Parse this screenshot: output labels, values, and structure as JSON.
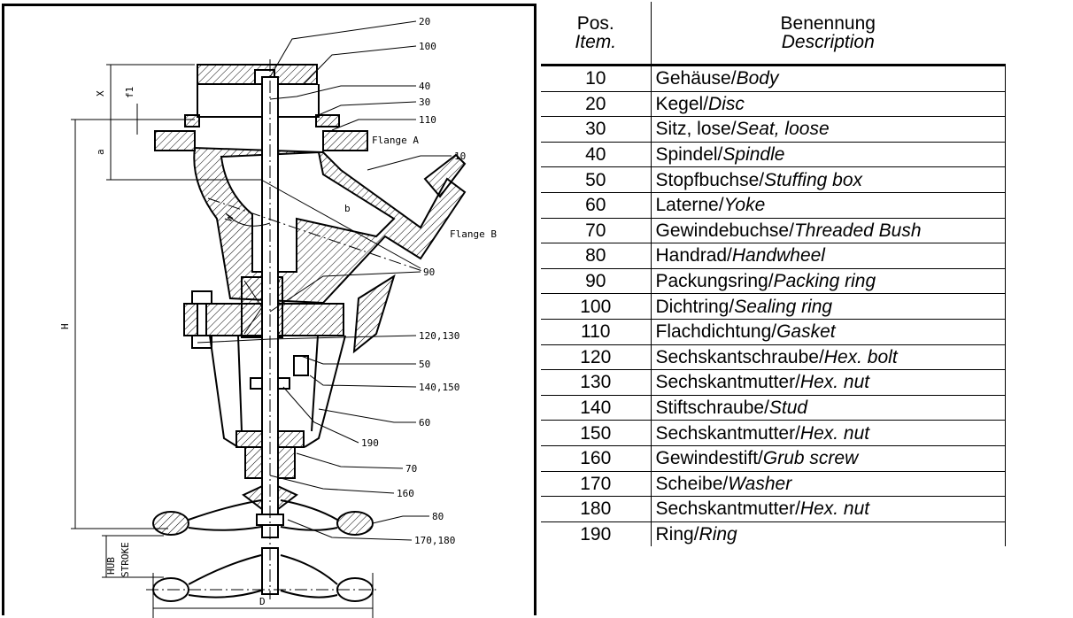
{
  "drawing": {
    "flange_a_label": "Flange A",
    "flange_b_label": "Flange B",
    "dimensions": {
      "x": "X",
      "f1": "f1",
      "a": "a",
      "h": "H",
      "w": "W",
      "b": "b",
      "d": "D",
      "hub": "HUB",
      "stroke": "STROKE"
    },
    "callouts": [
      "20",
      "100",
      "40",
      "30",
      "110",
      "10",
      "90",
      "120,130",
      "50",
      "140,150",
      "60",
      "190",
      "70",
      "160",
      "80",
      "170,180"
    ]
  },
  "table": {
    "header": {
      "pos_de": "Pos.",
      "pos_en": "Item.",
      "desc_de": "Benennung",
      "desc_en": "Description"
    },
    "rows": [
      {
        "pos": "10",
        "de": "Gehäuse/",
        "en": "Body"
      },
      {
        "pos": "20",
        "de": "Kegel/",
        "en": "Disc"
      },
      {
        "pos": "30",
        "de": "Sitz, lose/",
        "en": "Seat, loose"
      },
      {
        "pos": "40",
        "de": "Spindel/",
        "en": "Spindle"
      },
      {
        "pos": "50",
        "de": "Stopfbuchse/",
        "en": "Stuffing box"
      },
      {
        "pos": "60",
        "de": "Laterne/",
        "en": "Yoke"
      },
      {
        "pos": "70",
        "de": "Gewindebuchse/",
        "en": "Threaded Bush"
      },
      {
        "pos": "80",
        "de": "Handrad/",
        "en": "Handwheel"
      },
      {
        "pos": "90",
        "de": "Packungsring/",
        "en": "Packing ring"
      },
      {
        "pos": "100",
        "de": "Dichtring/",
        "en": "Sealing ring"
      },
      {
        "pos": "110",
        "de": "Flachdichtung/",
        "en": "Gasket"
      },
      {
        "pos": "120",
        "de": "Sechskantschraube/",
        "en": "Hex. bolt"
      },
      {
        "pos": "130",
        "de": "Sechskantmutter/",
        "en": "Hex. nut"
      },
      {
        "pos": "140",
        "de": "Stiftschraube/",
        "en": "Stud"
      },
      {
        "pos": "150",
        "de": "Sechskantmutter/",
        "en": "Hex. nut"
      },
      {
        "pos": "160",
        "de": "Gewindestift/",
        "en": "Grub screw"
      },
      {
        "pos": "170",
        "de": "Scheibe/",
        "en": "Washer"
      },
      {
        "pos": "180",
        "de": "Sechskantmutter/",
        "en": "Hex. nut"
      },
      {
        "pos": "190",
        "de": "Ring/",
        "en": "Ring"
      }
    ]
  }
}
